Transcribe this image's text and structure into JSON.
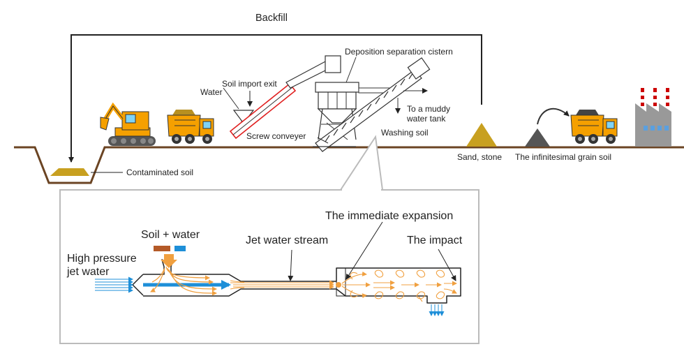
{
  "colors": {
    "ground": "#6b4423",
    "soil": "#c8a020",
    "truck": "#f5a000",
    "stream_orange": "#f0a040",
    "jet_blue": "#1e8fd8",
    "soil_brown": "#b45a28",
    "inset_border": "#bbbbbb",
    "highlight_red": "#e02020"
  },
  "top": {
    "backfill": "Backfill",
    "deposition_cistern": "Deposition separation cistern",
    "soil_import_exit": "Soil import exit",
    "water": "Water",
    "to_muddy_line1": "To a muddy",
    "to_muddy_line2": "water tank",
    "screw_conveyer": "Screw conveyer",
    "washing_soil": "Washing soil",
    "contaminated_soil": "Contaminated soil",
    "sand_stone": "Sand, stone",
    "infinitesimal": "The infinitesimal grain soil"
  },
  "inset": {
    "soil_water": "Soil + water",
    "high_pressure_line1": "High pressure",
    "high_pressure_line2": "jet water",
    "jet_stream": "Jet water stream",
    "immediate_expansion": "The immediate expansion",
    "impact": "The impact"
  },
  "icons": [
    "excavator-icon",
    "dump-truck-icon",
    "factory-icon",
    "hopper-icon",
    "cistern-icon",
    "screw-conveyor-icon"
  ]
}
